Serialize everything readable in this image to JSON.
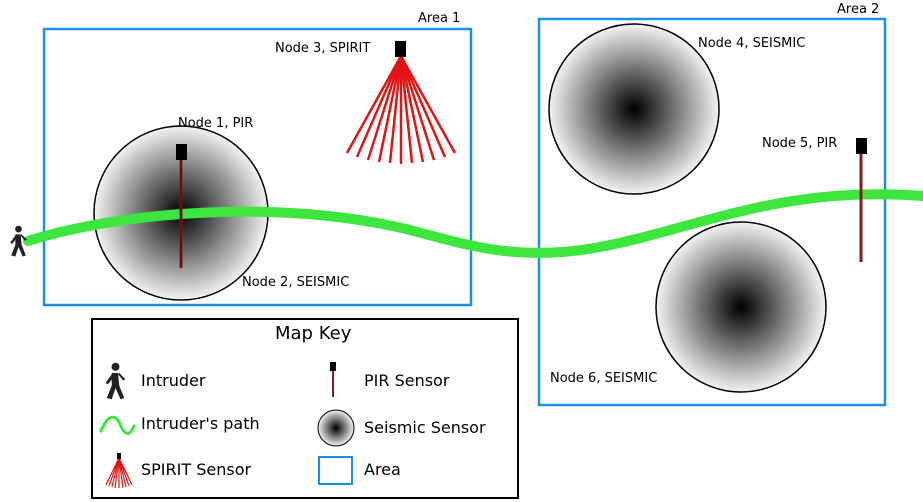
{
  "areas": [
    {
      "label": "Area 1"
    },
    {
      "label": "Area 2"
    }
  ],
  "nodes": [
    {
      "label": "Node 1, PIR"
    },
    {
      "label": "Node 2, SEISMIC"
    },
    {
      "label": "Node 3, SPIRIT"
    },
    {
      "label": "Node 4, SEISMIC"
    },
    {
      "label": "Node 5, PIR"
    },
    {
      "label": "Node 6, SEISMIC"
    }
  ],
  "map_key": {
    "title": "Map Key",
    "items": {
      "intruder": "Intruder",
      "path": "Intruder's path",
      "spirit": "SPIRIT Sensor",
      "pir": "PIR Sensor",
      "seismic": "Seismic Sensor",
      "area": "Area"
    }
  },
  "colors": {
    "area_border": "#1b8fe0",
    "path": "#3de63d",
    "spirit": "#e11414",
    "pir_line": "#8b1a1a",
    "sensor_head": "#000000"
  },
  "icons": {
    "intruder": "walking-person-icon",
    "path": "wave-icon",
    "spirit": "spirit-fan-icon",
    "pir": "pir-sensor-icon",
    "seismic": "seismic-circle-icon",
    "area": "area-box-icon"
  }
}
